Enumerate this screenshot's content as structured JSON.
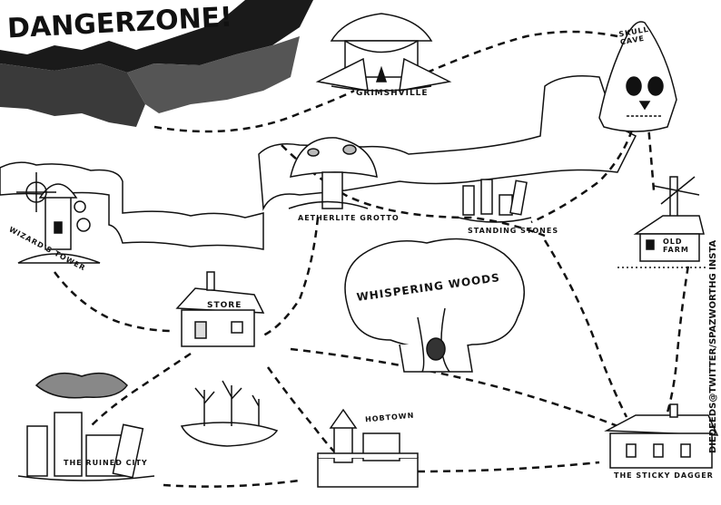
{
  "map": {
    "title": "DANGERZONE!",
    "credit": "DIEDEEDS@TWITTER/SPAZWORTHG INSTA",
    "locations": [
      {
        "id": "grimshville",
        "label": "GRIMSHVILLE"
      },
      {
        "id": "skull-cave",
        "label": "SKULL CAVE"
      },
      {
        "id": "wizards-tower",
        "label": "WIZARD'S TOWER"
      },
      {
        "id": "aetherlite-grotto",
        "label": "AETHERLITE GROTTO"
      },
      {
        "id": "standing-stones",
        "label": "STANDING STONES"
      },
      {
        "id": "old-farm",
        "label": "OLD FARM"
      },
      {
        "id": "store",
        "label": "STORE"
      },
      {
        "id": "whispering-woods",
        "label": "WHISPERING WOODS"
      },
      {
        "id": "ruined-city",
        "label": "THE RUINED CITY"
      },
      {
        "id": "hobtown",
        "label": "HOBTOWN"
      },
      {
        "id": "sticky-dagger",
        "label": "THE STICKY DAGGER"
      }
    ]
  }
}
